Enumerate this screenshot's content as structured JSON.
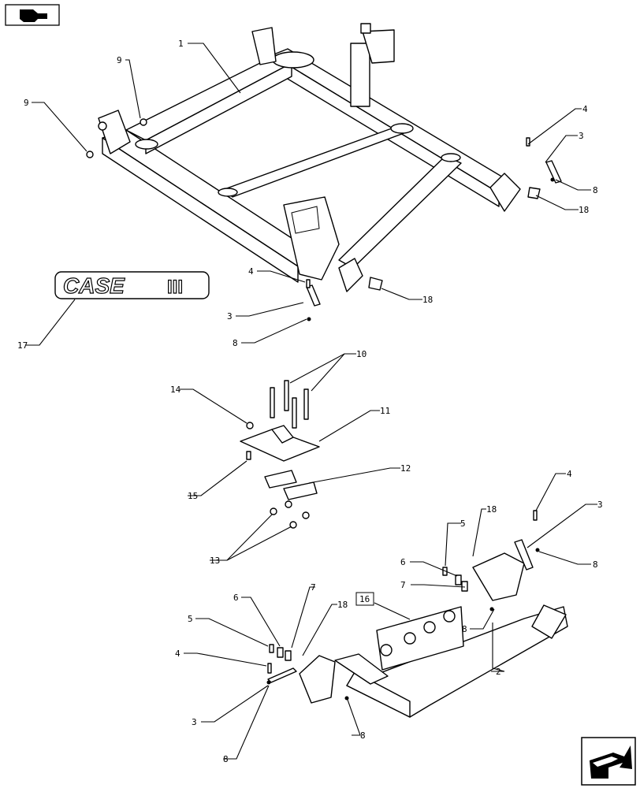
{
  "callouts": {
    "c1": "1",
    "c2": "2",
    "c3a": "3",
    "c3b": "3",
    "c3c": "3",
    "c3d": "3",
    "c4a": "4",
    "c4b": "4",
    "c4c": "4",
    "c4d": "4",
    "c5a": "5",
    "c5b": "5",
    "c6a": "6",
    "c6b": "6",
    "c7a": "7",
    "c7b": "7",
    "c8a": "8",
    "c8b": "8",
    "c8c": "8",
    "c8d": "8",
    "c8e": "8",
    "c8f": "8",
    "c9a": "9",
    "c9b": "9",
    "c10": "10",
    "c11": "11",
    "c12": "12",
    "c13": "13",
    "c14": "14",
    "c15": "15",
    "c16": "16",
    "c17": "17",
    "c18a": "18",
    "c18b": "18",
    "c18c": "18",
    "c18d": "18"
  },
  "logo": {
    "text": "CASE",
    "mark": "III"
  },
  "icons": {
    "top_left": "page-back-arrow-icon",
    "bottom_right": "page-forward-arrow-icon"
  }
}
